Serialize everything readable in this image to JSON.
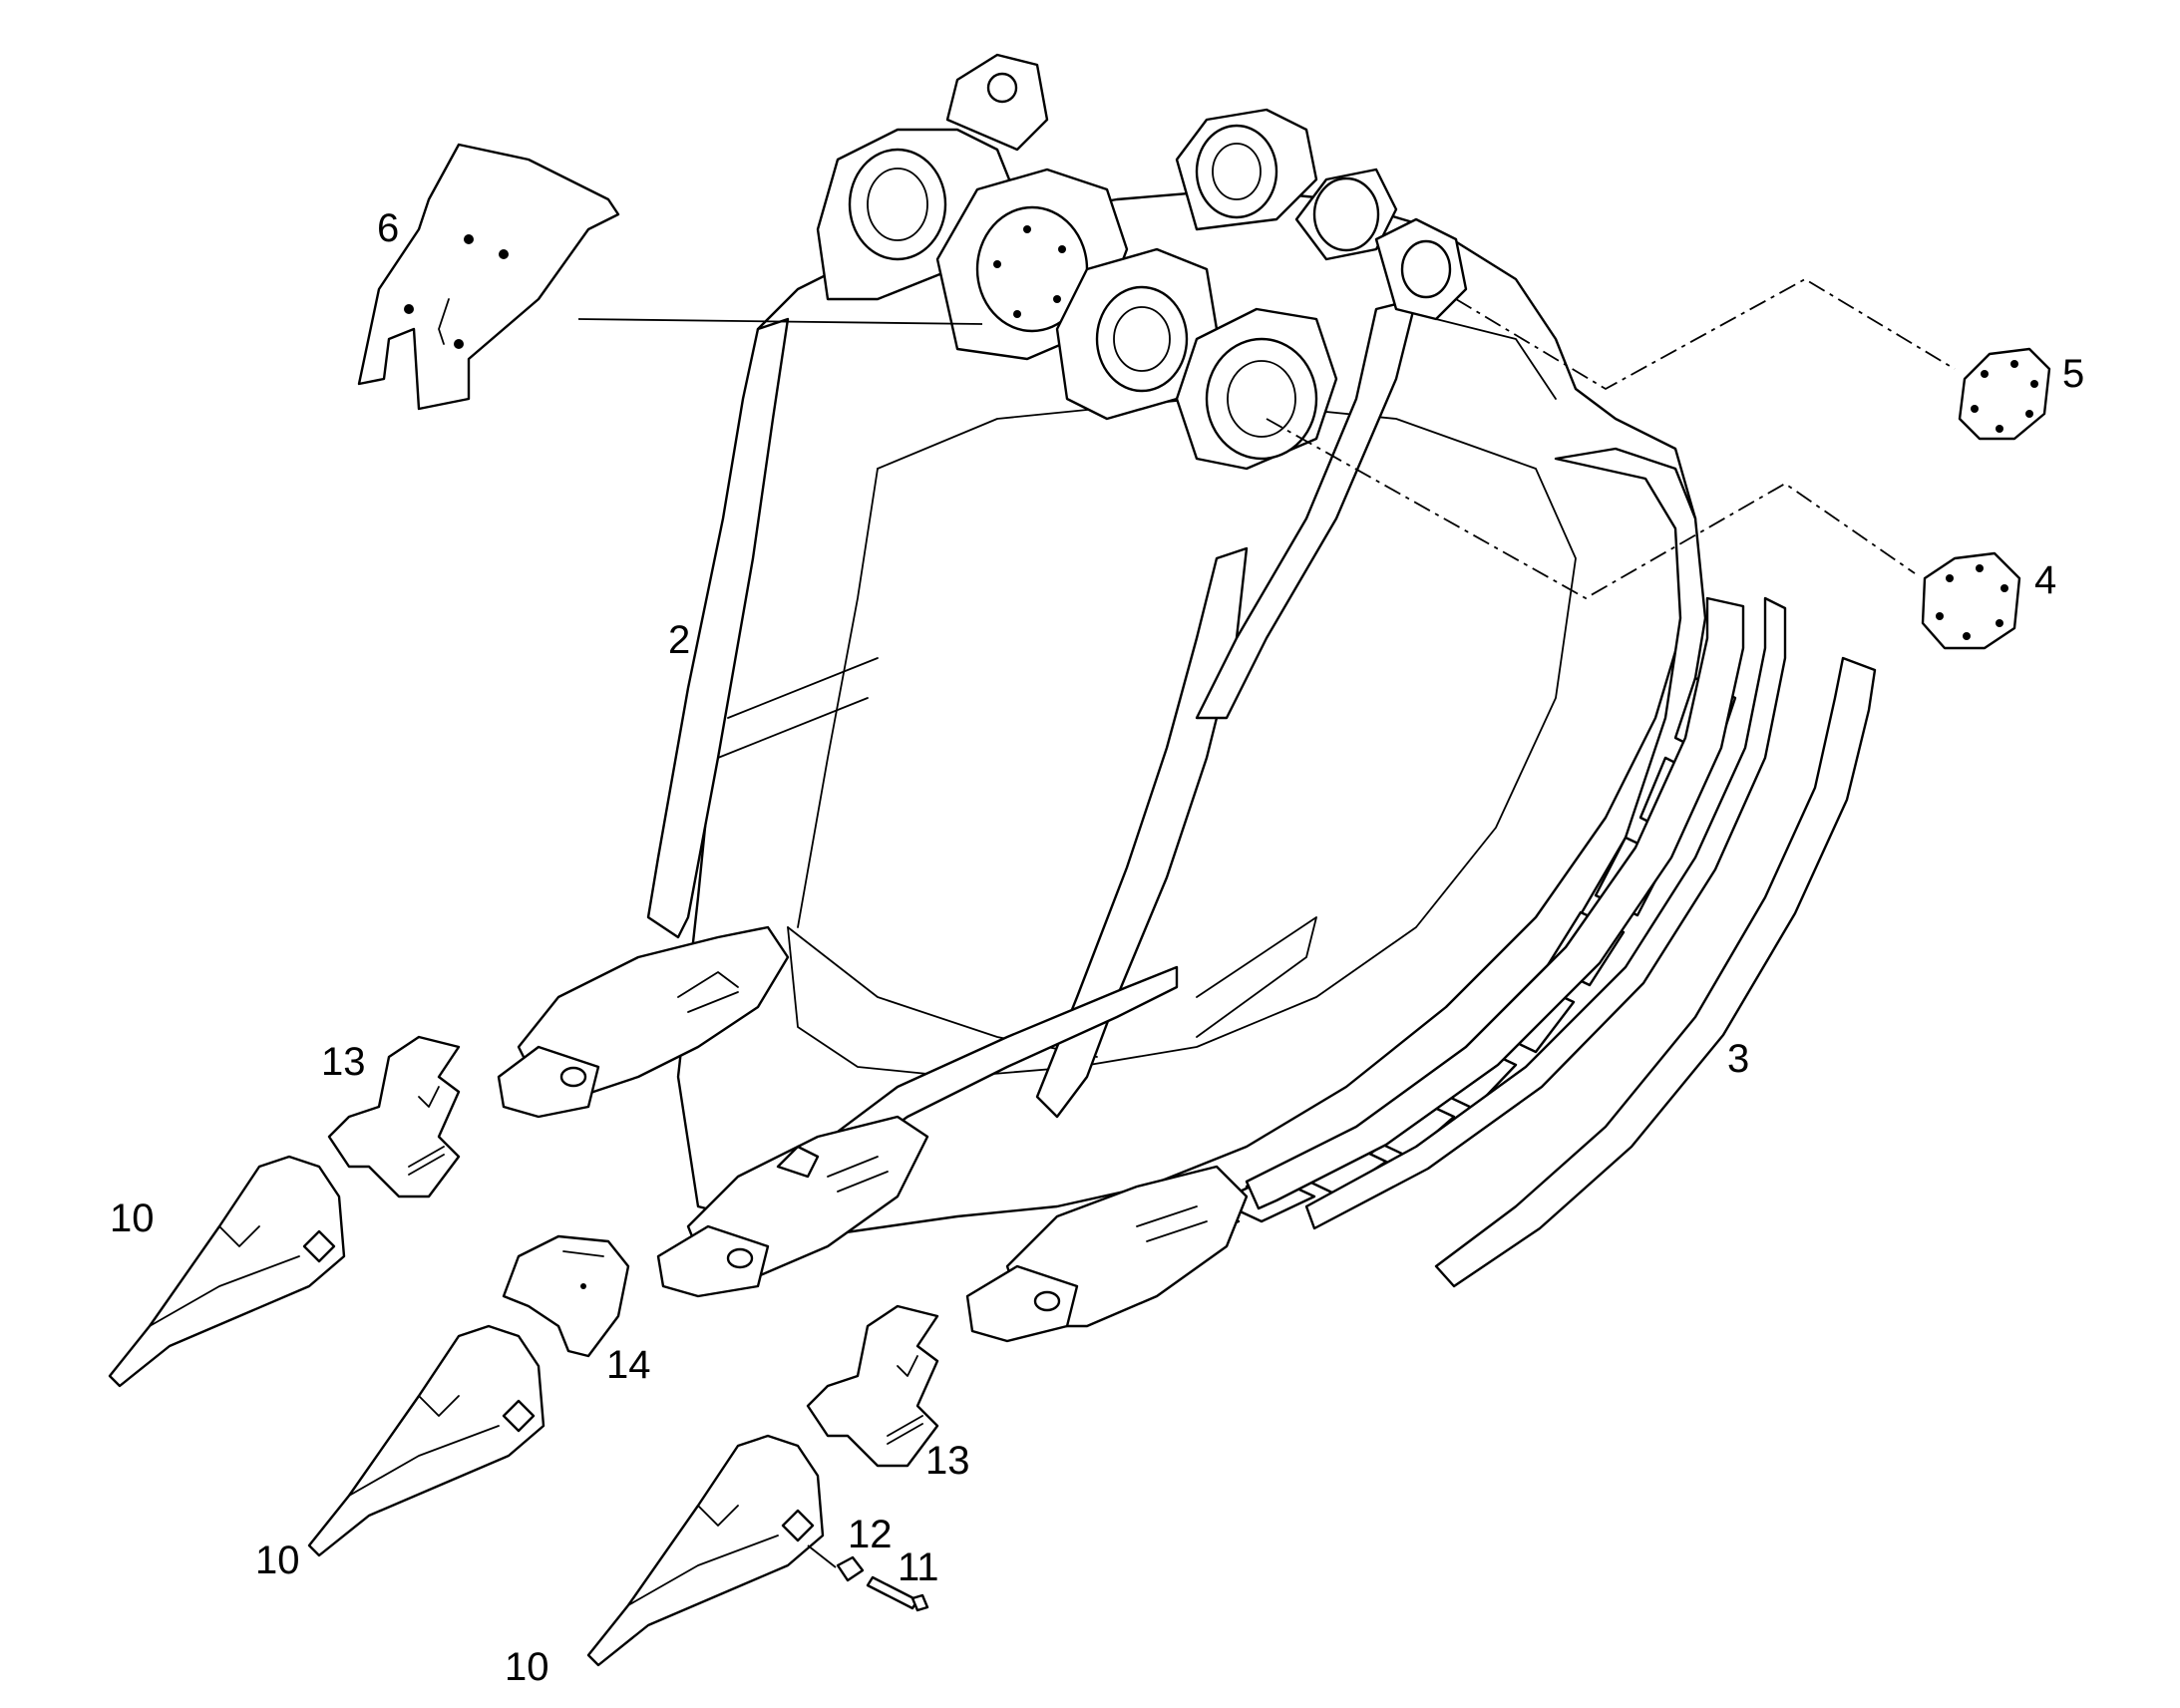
{
  "diagram": {
    "background": "#ffffff",
    "line_color": "#000000",
    "callouts": {
      "c2": "2",
      "c3": "3",
      "c4": "4",
      "c5": "5",
      "c6": "6",
      "c10a": "10",
      "c10b": "10",
      "c10c": "10",
      "c11": "11",
      "c12": "12",
      "c13a": "13",
      "c13b": "13",
      "c14": "14"
    }
  }
}
